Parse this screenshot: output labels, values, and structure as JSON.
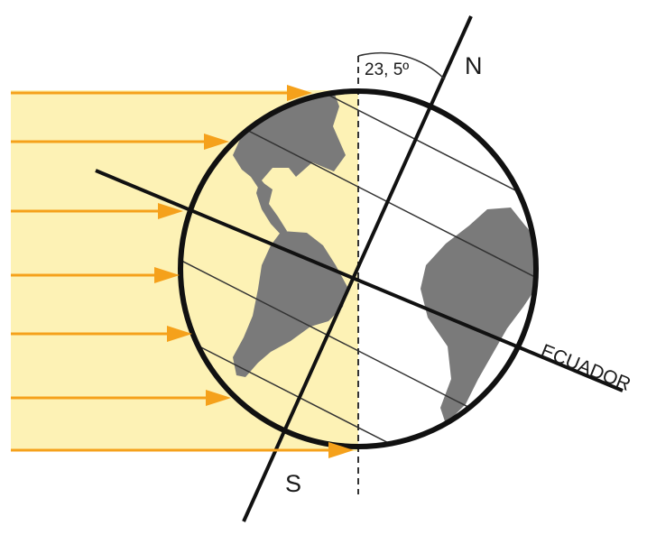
{
  "diagram": {
    "labels": {
      "north": "N",
      "south": "S",
      "equator": "ECUADOR",
      "axial_tilt": "23, 5º"
    },
    "sun_rays": {
      "count": 7
    },
    "colors": {
      "sunlight_fill": "#fdf2b5",
      "ray_arrow": "#f5a11b",
      "continent": "#7a7a7a",
      "outline": "#111111"
    }
  }
}
